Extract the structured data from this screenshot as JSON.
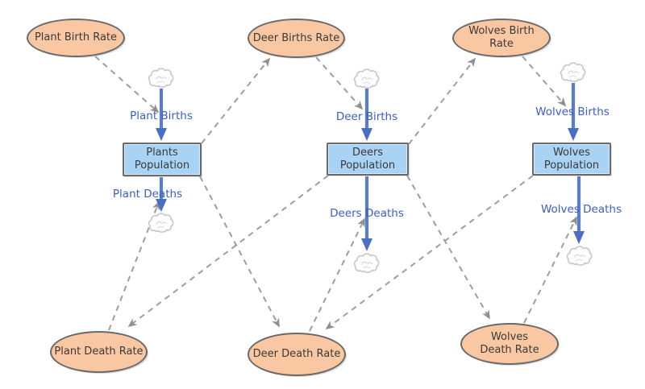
{
  "diagram": {
    "type": "stock-and-flow system dynamics model",
    "nodes": {
      "rates": {
        "plant_birth": {
          "label": "Plant Birth Rate"
        },
        "deer_births": {
          "label": "Deer Births Rate"
        },
        "wolves_birth": {
          "label": "Wolves Birth Rate"
        },
        "plant_death": {
          "label": "Plant Death Rate"
        },
        "deer_death": {
          "label": "Deer Death Rate"
        },
        "wolves_death": {
          "label": "Wolves Death Rate"
        }
      },
      "stocks": {
        "plants": {
          "label": "Plants Population"
        },
        "deers": {
          "label": "Deers Population"
        },
        "wolves": {
          "label": "Wolves Population"
        }
      },
      "flows": {
        "plant_births": {
          "label": "Plant Births"
        },
        "plant_deaths": {
          "label": "Plant Deaths"
        },
        "deer_births": {
          "label": "Deer Births"
        },
        "deers_deaths": {
          "label": "Deers Deaths"
        },
        "wolves_births": {
          "label": "Wolves Births"
        },
        "wolves_deaths": {
          "label": "Wolves Deaths"
        }
      }
    },
    "connections": {
      "flows": [
        {
          "from": "source cloud",
          "via": "Plant Births",
          "to": "Plants Population"
        },
        {
          "from": "Plants Population",
          "via": "Plant Deaths",
          "to": "sink cloud"
        },
        {
          "from": "source cloud",
          "via": "Deer Births",
          "to": "Deers Population"
        },
        {
          "from": "Deers Population",
          "via": "Deers Deaths",
          "to": "sink cloud"
        },
        {
          "from": "source cloud",
          "via": "Wolves Births",
          "to": "Wolves Population"
        },
        {
          "from": "Wolves Population",
          "via": "Wolves Deaths",
          "to": "sink cloud"
        }
      ],
      "influences": [
        {
          "from": "Plant Birth Rate",
          "to": "Plant Births"
        },
        {
          "from": "Plant Death Rate",
          "to": "Plant Deaths"
        },
        {
          "from": "Deer Births Rate",
          "to": "Deer Births"
        },
        {
          "from": "Deer Death Rate",
          "to": "Deers Deaths"
        },
        {
          "from": "Wolves Birth Rate",
          "to": "Wolves Births"
        },
        {
          "from": "Wolves Death Rate",
          "to": "Wolves Deaths"
        },
        {
          "from": "Plants Population",
          "to": "Deer Births Rate"
        },
        {
          "from": "Plants Population",
          "to": "Deer Death Rate"
        },
        {
          "from": "Deers Population",
          "to": "Plant Death Rate"
        },
        {
          "from": "Deers Population",
          "to": "Wolves Birth Rate"
        },
        {
          "from": "Deers Population",
          "to": "Wolves Death Rate"
        },
        {
          "from": "Wolves Population",
          "to": "Deer Death Rate"
        }
      ]
    },
    "colors": {
      "background": "#FFFFFF",
      "rate_fill": "#F9C8A2",
      "rate_border": "#6A6A6A",
      "stock_fill": "#A9D3F5",
      "stock_border": "#6A6A6A",
      "flow_stroke": "#5B7EC8",
      "flow_arrowhead": "#4A6FC2",
      "flow_label": "#3B5EC4",
      "influence_stroke": "#9E9E9E",
      "cloud_stroke": "#C7C7C7",
      "node_text": "#3A3A3A"
    }
  }
}
